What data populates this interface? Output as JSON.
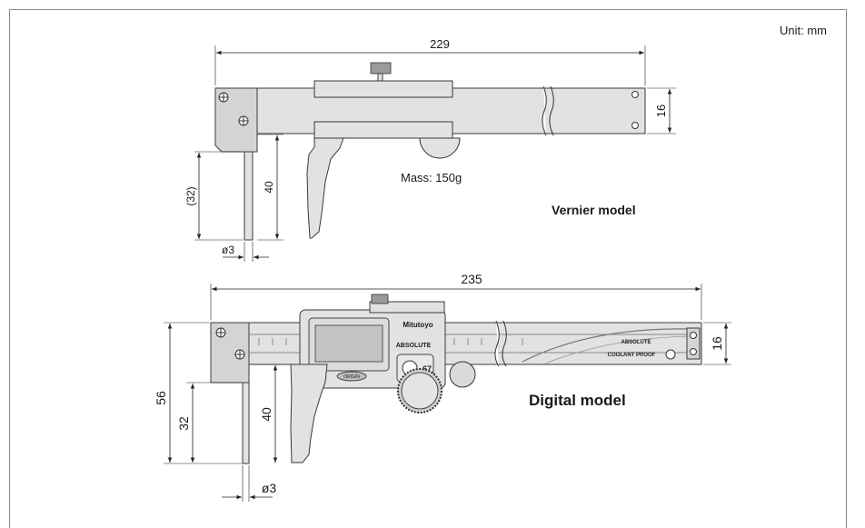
{
  "unit_label": "Unit: mm",
  "vernier": {
    "title": "Vernier model",
    "mass": "Mass: 150g",
    "length": "229",
    "height": "16",
    "tip_length": "(32)",
    "jaw_depth": "40",
    "tip_diameter": "ø3"
  },
  "digital": {
    "title": "Digital model",
    "length": "235",
    "height": "16",
    "overall_height": "56",
    "tip_length": "32",
    "jaw_depth": "40",
    "tip_diameter": "ø3",
    "brand_text": "Mitutoyo",
    "absolute_text": "ABSOLUTE",
    "ip_text": "67",
    "origin_text": "ORIGIN",
    "coolant_text": "COOLANT PROOF",
    "beam_brand": "ABSOLUTE"
  }
}
